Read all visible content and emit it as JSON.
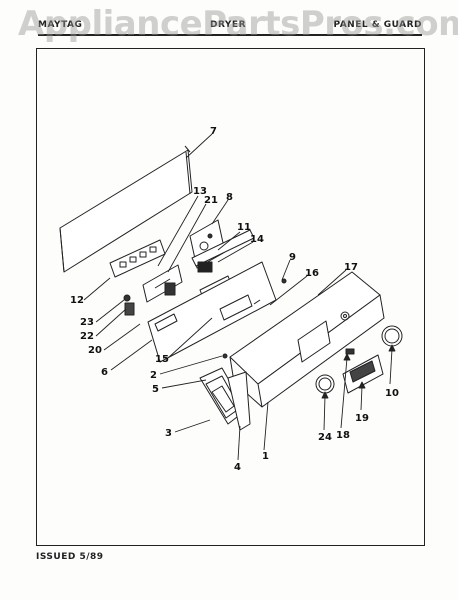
{
  "watermark": "AppliancePartsPros.com",
  "header": {
    "left": "MAYTAG",
    "middle": "DRYER",
    "right": "PANEL & GUARD"
  },
  "footer": "ISSUED 5/89",
  "callouts": [
    "7",
    "13",
    "21",
    "8",
    "11",
    "14",
    "9",
    "16",
    "17",
    "12",
    "23",
    "22",
    "20",
    "6",
    "15",
    "2",
    "5",
    "3",
    "4",
    "1",
    "24",
    "18",
    "19",
    "10"
  ]
}
